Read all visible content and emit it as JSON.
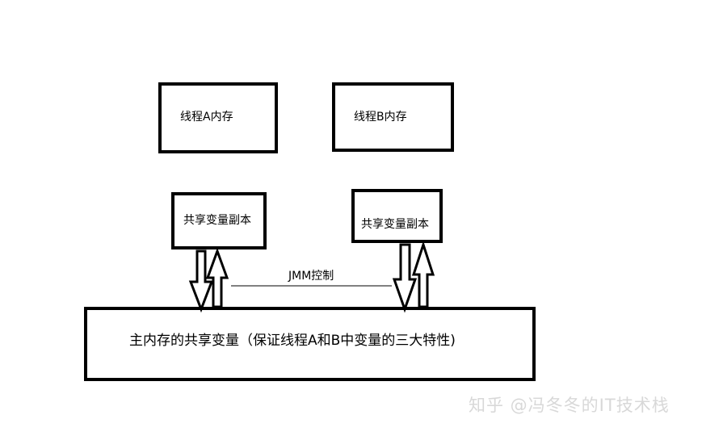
{
  "thread_a": {
    "memory_label": "线程A内存",
    "copy_label": "共享变量副本"
  },
  "thread_b": {
    "memory_label": "线程B内存",
    "copy_label": "共享变量副本"
  },
  "jmm_label": "JMM控制",
  "main_memory_label": "主内存的共享变量（保证线程A和B中变量的三大特性)",
  "watermark": "知乎 @冯冬冬的IT技术栈",
  "colors": {
    "stroke": "#000000",
    "background": "#ffffff",
    "watermark": "#d8d8d8"
  }
}
